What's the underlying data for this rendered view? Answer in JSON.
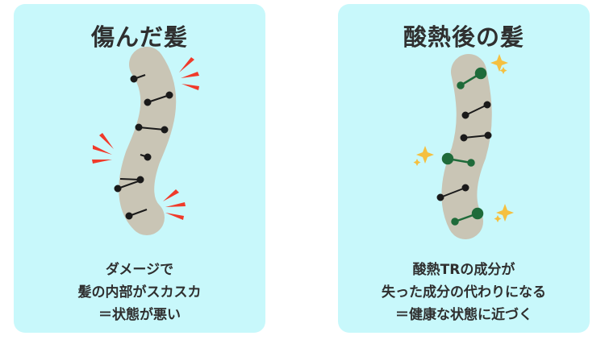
{
  "left_panel": {
    "title": "傷んだ髪",
    "caption": [
      "ダメージで",
      "髪の内部がスカスカ",
      "＝状態が悪い"
    ]
  },
  "right_panel": {
    "title": "酸熱後の髪",
    "caption": [
      "酸熱TRの成分が",
      "失った成分の代わりになる",
      "＝健康な状態に近づく"
    ]
  },
  "colors": {
    "panel_bg": "#c8f8fb",
    "hair": "#c9c5b5",
    "bond": "#1a1a1a",
    "repaired_bond": "#1f6b3a",
    "damage_mark": "#f03a2a",
    "sparkle": "#f5c040"
  },
  "icons": [
    "damage-burst-icon",
    "sparkle-icon"
  ]
}
